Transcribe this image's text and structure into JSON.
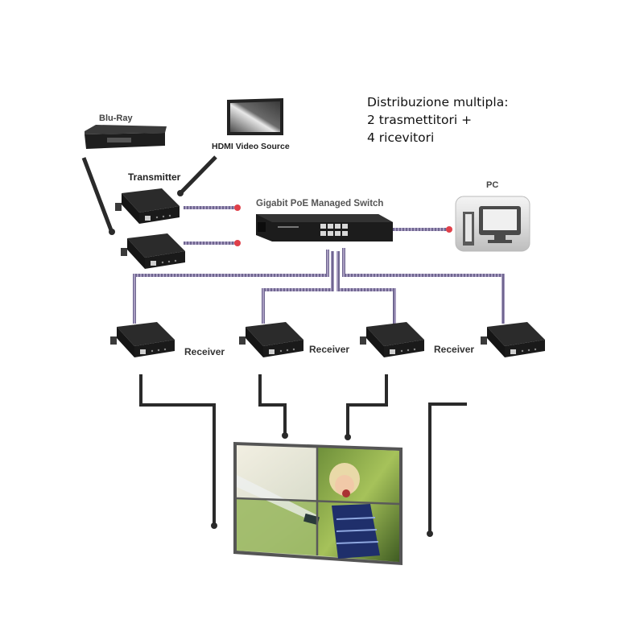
{
  "title": {
    "lines": [
      "Distribuzione multipla:",
      "2 trasmettitori +",
      "4 ricevitori"
    ]
  },
  "devices": {
    "bluray": {
      "label": "Blu-Ray",
      "icon": "bluray-player-icon"
    },
    "video_source": {
      "label": "HDMI Video Source",
      "icon": "monitor-icon"
    },
    "transmitter": {
      "label": "Transmitter",
      "count": 2,
      "icon": "hdmi-extender-icon"
    },
    "switch": {
      "label": "Gigabit PoE Managed Switch",
      "ports": 8,
      "icon": "network-switch-icon"
    },
    "pc": {
      "label": "PC",
      "icon": "desktop-pc-icon"
    },
    "receivers": [
      {
        "label": ""
      },
      {
        "label": "Receiver"
      },
      {
        "label": "Receiver"
      },
      {
        "label": "Receiver"
      }
    ],
    "receiver_label": "Receiver",
    "video_wall": {
      "label": "",
      "grid": "2x2",
      "icon": "video-wall-icon"
    }
  },
  "colors": {
    "device_body": "#1c1c1c",
    "hdmi_cable": "#2a2a2a",
    "ethernet_cable": "#8a7fa8",
    "connector_dot": "#e0404a",
    "label_text": "#333333"
  }
}
